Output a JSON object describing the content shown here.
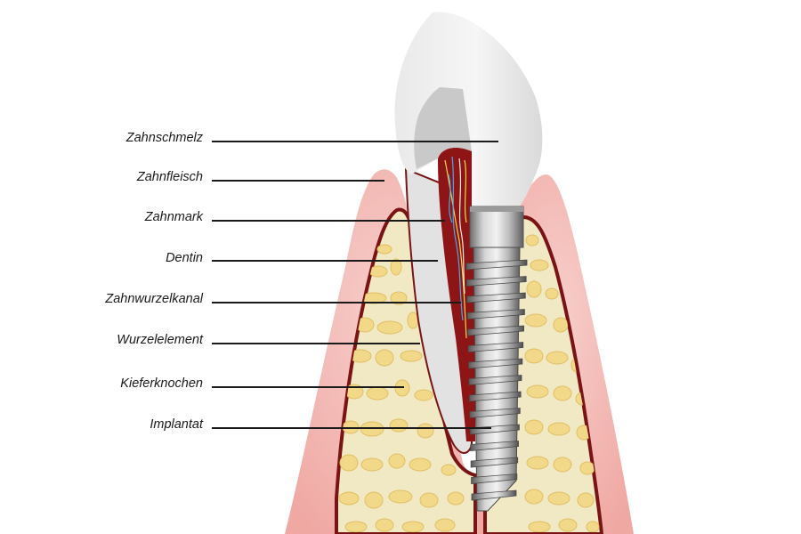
{
  "diagram": {
    "labels": [
      "Zahnschmelz",
      "Zahnfleisch",
      "Zahnmark",
      "Dentin",
      "Zahnwurzelkanal",
      "Wurzelelement",
      "Kieferknochen",
      "Implantat"
    ]
  }
}
